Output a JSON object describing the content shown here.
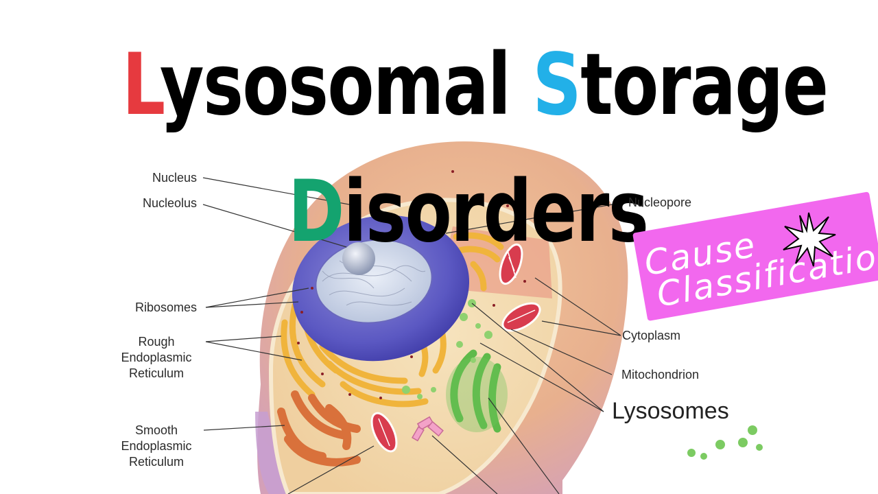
{
  "title": {
    "line1_first": "L",
    "line1_mid": "ysosomal ",
    "line1_s": "S",
    "line1_rest": "torage",
    "line2_first": "D",
    "line2_rest": "isorders"
  },
  "labels": {
    "nucleus": "Nucleus",
    "nucleolus": "Nucleolus",
    "ribosomes": "Ribosomes",
    "rough_er": [
      "Rough",
      "Endoplasmic",
      "Reticulum"
    ],
    "smooth_er": [
      "Smooth",
      "Endoplasmic",
      "Reticulum"
    ],
    "nucleopore": "Nucleopore",
    "cytoplasm": "Cytoplasm",
    "mitochondrion": "Mitochondrion",
    "lysosomes": "Lysosomes"
  },
  "badge": {
    "line1": "Cause",
    "line2": "Classification"
  },
  "colors": {
    "title_L": "#e63a3f",
    "title_S": "#22b0e8",
    "title_D": "#14a36f",
    "badge": "#f268ee"
  }
}
